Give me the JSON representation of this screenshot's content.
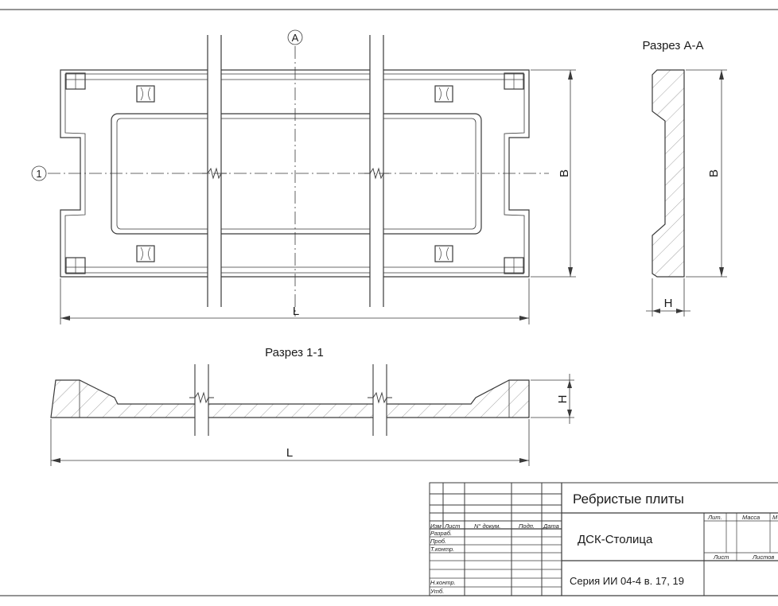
{
  "drawing": {
    "axis_a_marker": "A",
    "axis_1_marker": "1",
    "plan_dim_length": "L",
    "plan_dim_width": "B",
    "section_aa_title": "Разрез А-А",
    "section_aa_dim_width": "B",
    "section_aa_dim_height": "H",
    "section_11_title": "Разрез 1-1",
    "section_11_dim_length": "L",
    "section_11_dim_height": "H"
  },
  "title_block": {
    "col_headers": [
      "Изм",
      "Лист",
      "N° докум.",
      "Подп.",
      "Дата"
    ],
    "row_labels": [
      "Разраб.",
      "Проб.",
      "Т.контр.",
      "",
      "Н.контр.",
      "Утб."
    ],
    "product_name": "Ребристые плиты",
    "organization": "ДСК-Столица",
    "series": "Серия ИИ 04-4 в. 17, 19",
    "lit_label": "Лит.",
    "mass_label": "Масса",
    "scale_label": "М",
    "sheet_label": "Лист",
    "sheets_label": "Листов"
  },
  "colors": {
    "line": "#3a3a3a",
    "text": "#1a1a1a",
    "hatch": "#8a8a8a",
    "background": "#ffffff"
  }
}
